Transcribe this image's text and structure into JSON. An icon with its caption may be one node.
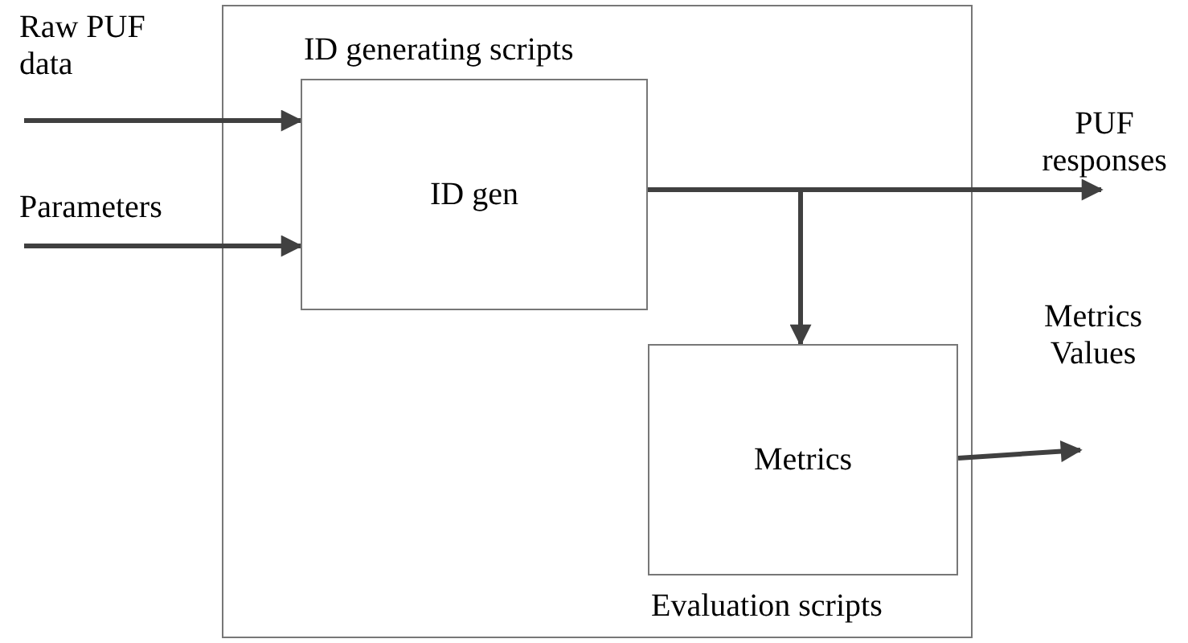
{
  "diagram": {
    "nodes": [
      {
        "text": [],
        "shape": "box"
      },
      {
        "text": [
          "ID generating scripts",
          "ID gen"
        ],
        "in": 0
      },
      {
        "text": [
          "Metrics",
          "Evaluation scripts"
        ],
        "in": 0
      },
      {
        "text": [
          "Raw PUF data"
        ]
      },
      {
        "text": [
          "Parameters"
        ]
      },
      {
        "text": [
          "PUF responses"
        ]
      },
      {
        "text": [
          "Metrics Values"
        ]
      }
    ],
    "edges": [
      {
        "from": 3,
        "to": 1,
        "arrow": "to"
      },
      {
        "from": 4,
        "to": 1,
        "arrow": "to"
      },
      {
        "from": 1,
        "to": 5,
        "arrow": "to"
      },
      {
        "from": 1,
        "to": 2,
        "arrow": "to"
      },
      {
        "from": 2,
        "to": 6,
        "arrow": "to"
      }
    ]
  }
}
